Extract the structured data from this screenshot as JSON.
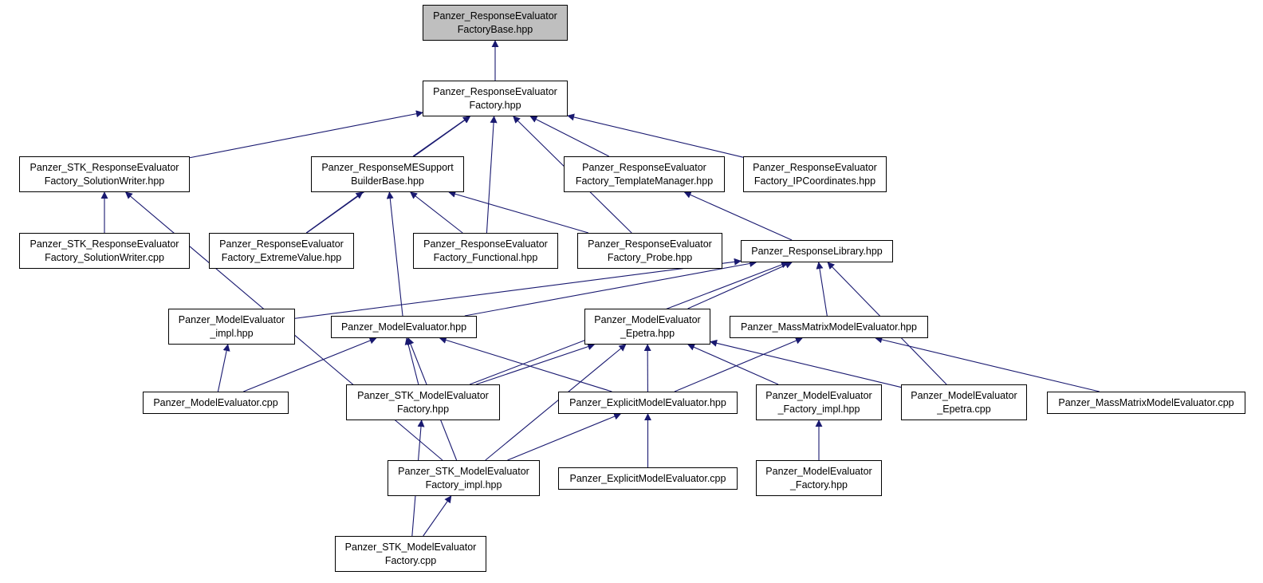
{
  "graph": {
    "edge_color": "#191970",
    "focus_fill": "#bfbfbf",
    "nodes": {
      "base_hpp": {
        "lines": [
          "Panzer_ResponseEvaluator",
          "FactoryBase.hpp"
        ],
        "focus": true
      },
      "factory_hpp": {
        "lines": [
          "Panzer_ResponseEvaluator",
          "Factory.hpp"
        ]
      },
      "stk_solwriter_hpp": {
        "lines": [
          "Panzer_STK_ResponseEvaluator",
          "Factory_SolutionWriter.hpp"
        ]
      },
      "me_support_hpp": {
        "lines": [
          "Panzer_ResponseMESupport",
          "BuilderBase.hpp"
        ]
      },
      "template_mgr_hpp": {
        "lines": [
          "Panzer_ResponseEvaluator",
          "Factory_TemplateManager.hpp"
        ]
      },
      "ipcoords_hpp": {
        "lines": [
          "Panzer_ResponseEvaluator",
          "Factory_IPCoordinates.hpp"
        ]
      },
      "stk_solwriter_cpp": {
        "lines": [
          "Panzer_STK_ResponseEvaluator",
          "Factory_SolutionWriter.cpp"
        ]
      },
      "extreme_hpp": {
        "lines": [
          "Panzer_ResponseEvaluator",
          "Factory_ExtremeValue.hpp"
        ]
      },
      "functional_hpp": {
        "lines": [
          "Panzer_ResponseEvaluator",
          "Factory_Functional.hpp"
        ]
      },
      "probe_hpp": {
        "lines": [
          "Panzer_ResponseEvaluator",
          "Factory_Probe.hpp"
        ]
      },
      "resp_library_hpp": {
        "lines": [
          "Panzer_ResponseLibrary.hpp"
        ]
      },
      "me_impl_hpp": {
        "lines": [
          "Panzer_ModelEvaluator",
          "_impl.hpp"
        ]
      },
      "me_hpp": {
        "lines": [
          "Panzer_ModelEvaluator.hpp"
        ]
      },
      "me_epetra_hpp": {
        "lines": [
          "Panzer_ModelEvaluator",
          "_Epetra.hpp"
        ]
      },
      "massmatrix_hpp": {
        "lines": [
          "Panzer_MassMatrixModelEvaluator.hpp"
        ]
      },
      "me_cpp": {
        "lines": [
          "Panzer_ModelEvaluator.cpp"
        ]
      },
      "stk_mef_hpp": {
        "lines": [
          "Panzer_STK_ModelEvaluator",
          "Factory.hpp"
        ]
      },
      "explicit_hpp": {
        "lines": [
          "Panzer_ExplicitModelEvaluator.hpp"
        ]
      },
      "mef_impl_hpp": {
        "lines": [
          "Panzer_ModelEvaluator",
          "_Factory_impl.hpp"
        ]
      },
      "me_epetra_cpp": {
        "lines": [
          "Panzer_ModelEvaluator",
          "_Epetra.cpp"
        ]
      },
      "massmatrix_cpp": {
        "lines": [
          "Panzer_MassMatrixModelEvaluator.cpp"
        ]
      },
      "stk_mef_impl_hpp": {
        "lines": [
          "Panzer_STK_ModelEvaluator",
          "Factory_impl.hpp"
        ]
      },
      "explicit_cpp": {
        "lines": [
          "Panzer_ExplicitModelEvaluator.cpp"
        ]
      },
      "mef_hpp": {
        "lines": [
          "Panzer_ModelEvaluator",
          "_Factory.hpp"
        ]
      },
      "stk_mef_cpp": {
        "lines": [
          "Panzer_STK_ModelEvaluator",
          "Factory.cpp"
        ]
      }
    },
    "edges": [
      [
        "factory_hpp",
        "base_hpp"
      ],
      [
        "stk_solwriter_hpp",
        "factory_hpp"
      ],
      [
        "extreme_hpp",
        "factory_hpp"
      ],
      [
        "me_support_hpp",
        "factory_hpp"
      ],
      [
        "functional_hpp",
        "factory_hpp"
      ],
      [
        "probe_hpp",
        "factory_hpp"
      ],
      [
        "template_mgr_hpp",
        "factory_hpp"
      ],
      [
        "ipcoords_hpp",
        "factory_hpp"
      ],
      [
        "stk_solwriter_cpp",
        "stk_solwriter_hpp"
      ],
      [
        "stk_mef_impl_hpp",
        "stk_solwriter_hpp"
      ],
      [
        "extreme_hpp",
        "me_support_hpp"
      ],
      [
        "functional_hpp",
        "me_support_hpp"
      ],
      [
        "probe_hpp",
        "me_support_hpp"
      ],
      [
        "me_hpp",
        "me_support_hpp"
      ],
      [
        "resp_library_hpp",
        "template_mgr_hpp"
      ],
      [
        "me_impl_hpp",
        "resp_library_hpp"
      ],
      [
        "me_hpp",
        "resp_library_hpp"
      ],
      [
        "stk_mef_hpp",
        "resp_library_hpp"
      ],
      [
        "me_epetra_hpp",
        "resp_library_hpp"
      ],
      [
        "massmatrix_hpp",
        "resp_library_hpp"
      ],
      [
        "me_epetra_cpp",
        "resp_library_hpp"
      ],
      [
        "me_cpp",
        "me_impl_hpp"
      ],
      [
        "me_cpp",
        "me_hpp"
      ],
      [
        "stk_mef_hpp",
        "me_hpp"
      ],
      [
        "stk_mef_impl_hpp",
        "me_hpp"
      ],
      [
        "explicit_hpp",
        "me_hpp"
      ],
      [
        "stk_mef_hpp",
        "me_epetra_hpp"
      ],
      [
        "stk_mef_impl_hpp",
        "me_epetra_hpp"
      ],
      [
        "explicit_hpp",
        "me_epetra_hpp"
      ],
      [
        "mef_impl_hpp",
        "me_epetra_hpp"
      ],
      [
        "me_epetra_cpp",
        "me_epetra_hpp"
      ],
      [
        "explicit_hpp",
        "massmatrix_hpp"
      ],
      [
        "massmatrix_cpp",
        "massmatrix_hpp"
      ],
      [
        "stk_mef_cpp",
        "stk_mef_hpp"
      ],
      [
        "stk_mef_impl_hpp",
        "explicit_hpp"
      ],
      [
        "explicit_cpp",
        "explicit_hpp"
      ],
      [
        "mef_hpp",
        "mef_impl_hpp"
      ],
      [
        "stk_mef_cpp",
        "stk_mef_impl_hpp"
      ]
    ]
  }
}
